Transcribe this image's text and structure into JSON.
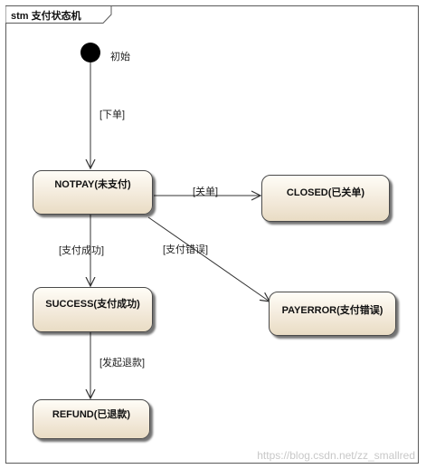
{
  "diagram": {
    "frame_label": "stm 支付状态机",
    "initial_label": "初始",
    "states": {
      "notpay": "NOTPAY(未支付)",
      "closed": "CLOSED(已关单)",
      "success": "SUCCESS(支付成功)",
      "payerror": "PAYERROR(支付错误)",
      "refund": "REFUND(已退款)"
    },
    "transitions": {
      "init_to_notpay": "[下单]",
      "notpay_to_closed": "[关单]",
      "notpay_to_success": "[支付成功]",
      "notpay_to_payerror": "[支付错误]",
      "success_to_refund": "[发起退款]"
    },
    "watermark": "https://blog.csdn.net/zz_smallred"
  }
}
